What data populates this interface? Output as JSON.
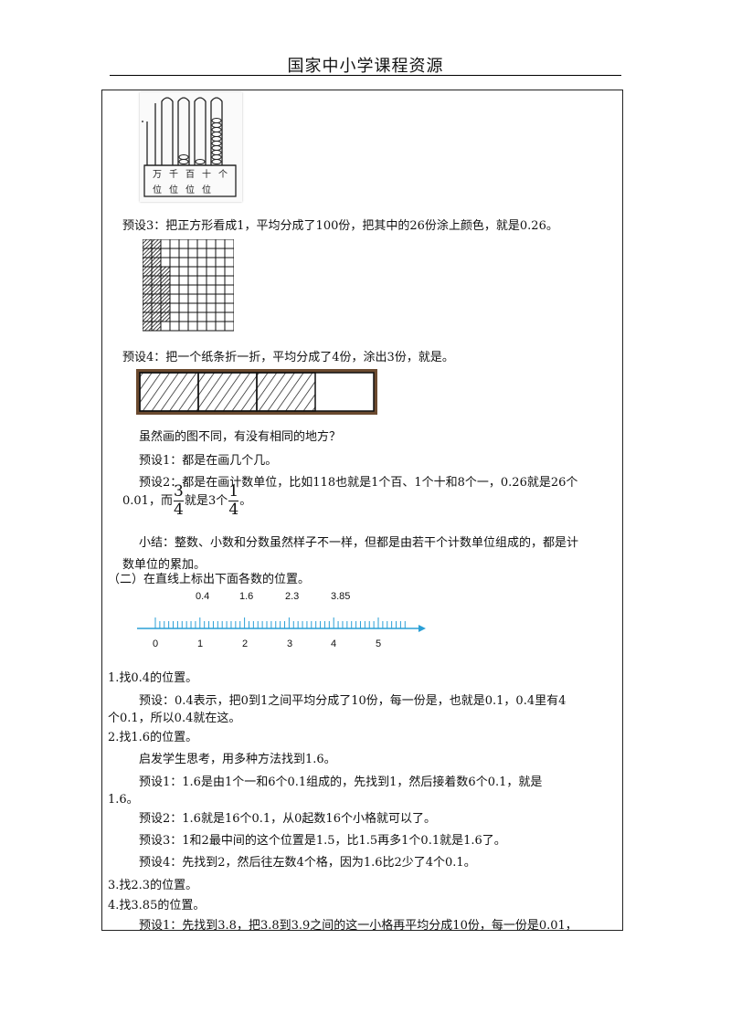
{
  "header": {
    "title": "国家中小学课程资源"
  },
  "abacus": {
    "labels": [
      "万",
      "千",
      "百",
      "十",
      "个",
      "位",
      "位",
      "位",
      "位"
    ]
  },
  "lines": {
    "l1": "预设3：把正方形看成1，平均分成了100份，把其中的26份涂上颜色，就是0.26。",
    "l2": "预设4：把一个纸条折一折，平均分成了4份，涂出3份，就是。",
    "l3": "虽然画的图不同，有没有相同的地方？",
    "l4": "预设1：都是在画几个几。",
    "l5": "预设2：都是在画计数单位，比如118也就是1个百、1个十和8个一，0.26就是26个",
    "l6a": "0.01，而",
    "l6b": "就是3个",
    "l6c": "。",
    "l7": "小结：整数、小数和分数虽然样子不一样，但都是由若干个计数单位组成的，都是计",
    "l8": "数单位的累加。",
    "l9": "（二）在直线上标出下面各数的位置。",
    "l10": "1.找0.4的位置。",
    "l11": "预设：0.4表示，把0到1之间平均分成了10份，每一份是，也就是0.1，0.4里有4",
    "l12": "个0.1，所以0.4就在这。",
    "l13": "2.找1.6的位置。",
    "l14": "启发学生思考，用多种方法找到1.6。",
    "l15": "预设1：1.6是由1个一和6个0.1组成的，先找到1，然后接着数6个0.1，就是",
    "l16": "1.6。",
    "l17": "预设2：1.6就是16个0.1，从0起数16个小格就可以了。",
    "l18": "预设3：1和2最中间的这个位置是1.5，比1.5再多1个0.1就是1.6了。",
    "l19": "预设4：先找到2，然后往左数4个格，因为1.6比2少了4个0.1。",
    "l20": "3.找2.3的位置。",
    "l21": "4.找3.85的位置。",
    "l22": "预设1：先找到3.8，把3.8到3.9之间的这一小格再平均分成10份，每一份是0.01，"
  },
  "fractions": {
    "f1": {
      "num": "3",
      "den": "4"
    },
    "f2": {
      "num": "1",
      "den": "4"
    }
  },
  "number_line": {
    "top_labels": [
      "0.4",
      "1.6",
      "2.3",
      "3.85"
    ],
    "bottom_labels": [
      "0",
      "1",
      "2",
      "3",
      "4",
      "5"
    ],
    "color": "#2a9fd6"
  }
}
